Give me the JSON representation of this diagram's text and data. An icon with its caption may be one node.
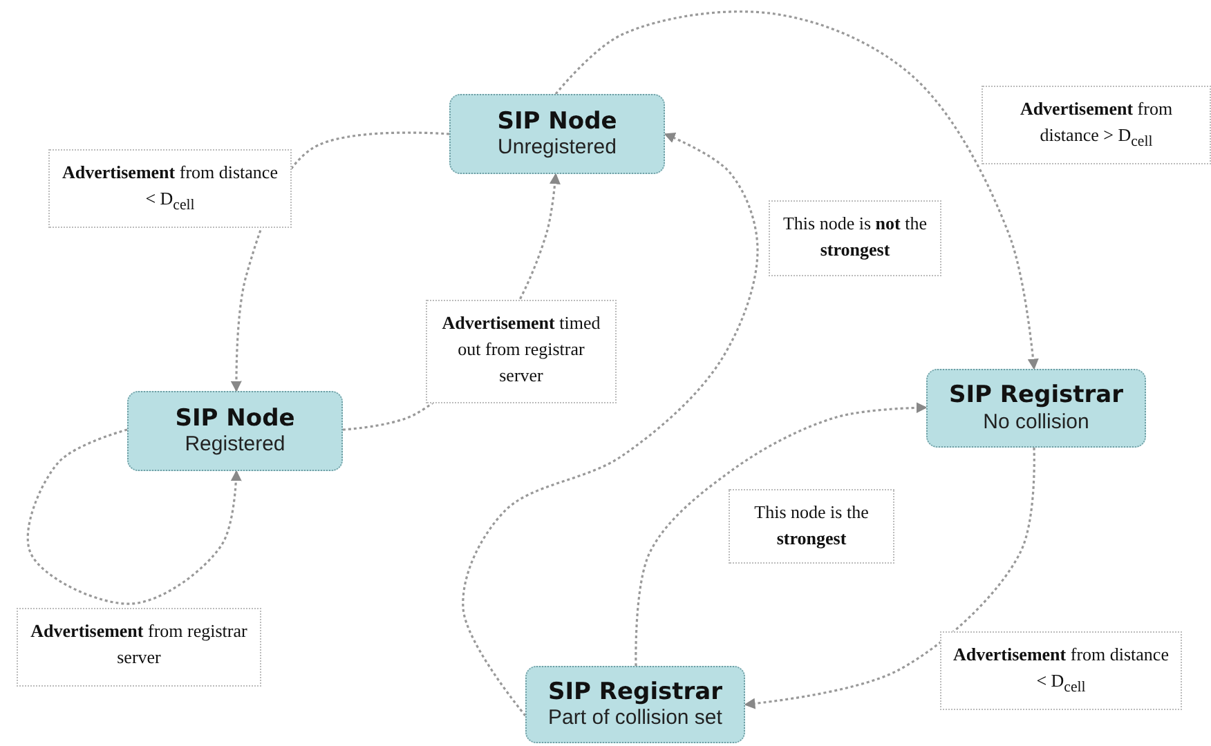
{
  "diagram": {
    "nodes": [
      {
        "text": [
          "SIP Node",
          "Unregistered"
        ]
      },
      {
        "text": [
          "SIP Node",
          "Registered"
        ]
      },
      {
        "text": [
          "SIP Registrar",
          "No collision"
        ]
      },
      {
        "text": [
          "SIP Registrar",
          "Part of collision set"
        ]
      }
    ],
    "edges": [
      {
        "from": 0,
        "to": 1,
        "arrow": "to",
        "style": "dashed",
        "label": "**Advertisement** from distance < D$_{cell}$"
      },
      {
        "from": 1,
        "to": 0,
        "arrow": "to",
        "style": "dashed",
        "label": "**Advertisement** timed out from registrar server"
      },
      {
        "from": 1,
        "to": 1,
        "arrow": "to",
        "style": "dashed",
        "label": "**Advertisement** from registrar server"
      },
      {
        "from": 0,
        "to": 2,
        "arrow": "to",
        "style": "dashed",
        "label": "**Advertisement** from distance > D$_{cell}$"
      },
      {
        "from": 2,
        "to": 3,
        "arrow": "to",
        "style": "dashed",
        "label": "**Advertisement** from distance < D$_{cell}$"
      },
      {
        "from": 3,
        "to": 2,
        "arrow": "to",
        "style": "dashed",
        "label": "This node is the **strongest**"
      },
      {
        "from": 3,
        "to": 0,
        "arrow": "to",
        "style": "dashed",
        "label": "This node is **not** the **strongest**"
      }
    ]
  }
}
